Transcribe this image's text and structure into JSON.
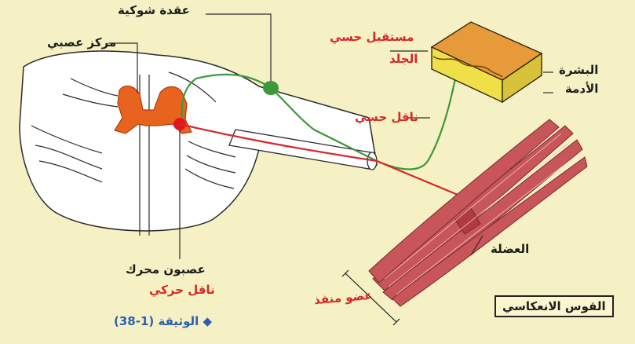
{
  "labels": {
    "spinal_ganglion": "عقدة شوكية",
    "nerve_center": "مركز عصبي",
    "sensory_receptor": "مستقبل حسي",
    "skin": "الجلد",
    "epidermis": "البشرة",
    "dermis": "الأدمة",
    "sensory_conductor": "ناقل حسي",
    "muscle": "العضلة",
    "motor_neuron": "عصبون محرك",
    "motor_conductor": "ناقل حركي",
    "effector_organ": "عضو منفذ",
    "title_box": "القوس الانعكاسي",
    "document_ref": "الوثيقة (1-38)"
  },
  "colors": {
    "background": "#f6f1c4",
    "sensory_pathway": "#3a9a3a",
    "motor_pathway": "#d8262c",
    "gray_matter": "#e8641e",
    "muscle": "#c8555a",
    "skin_top": "#e79a3a",
    "skin_bottom": "#efe04a",
    "reference_blue": "#2a5fb3"
  }
}
